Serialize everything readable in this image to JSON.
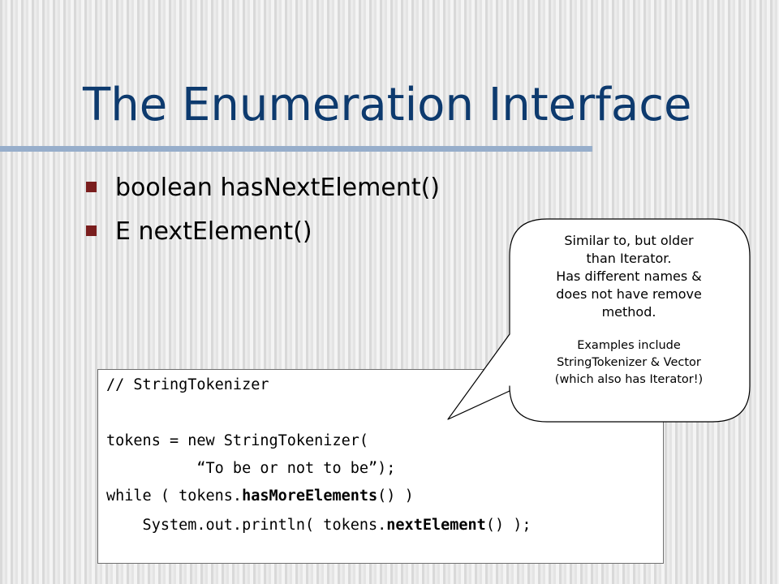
{
  "slide": {
    "title": "The Enumeration Interface",
    "bullets": [
      "boolean hasNextElement()",
      "E nextElement()"
    ]
  },
  "code": {
    "comment": "// StringTokenizer",
    "line_assign": "tokens = new StringTokenizer(",
    "line_string": "          “To be or not to be”);",
    "while_prefix": "while ( tokens.",
    "while_method": "hasMoreElements",
    "while_suffix": "() )",
    "print_prefix": "    System.out.println( tokens.",
    "print_method": "nextElement",
    "print_suffix": "() );"
  },
  "callout": {
    "lines": [
      "Similar to, but older",
      "than Iterator.",
      "Has different names &",
      "does not have remove",
      "method."
    ],
    "examples": [
      "Examples include",
      "StringTokenizer & Vector",
      "(which also has Iterator!)"
    ]
  },
  "colors": {
    "title": "#0d3a6e",
    "rule": "#97aecb",
    "bullet": "#7a1e1e",
    "background": "#e9e9e9"
  }
}
